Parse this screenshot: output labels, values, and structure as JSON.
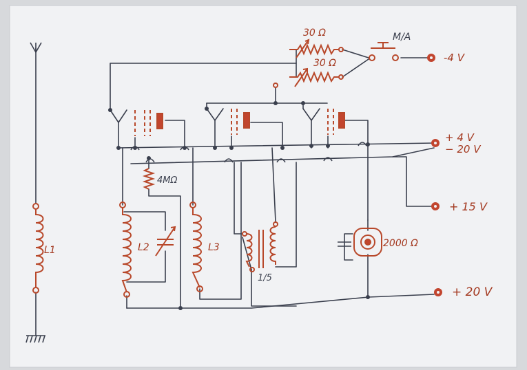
{
  "diagram": {
    "labels": {
      "r_top": "30 Ω",
      "r_bottom": "30 Ω",
      "switch": "M/A",
      "neg4": "-4 V",
      "pos4": "+ 4 V",
      "neg20": "− 20 V",
      "pos15": "+ 15 V",
      "pos20": "+ 20 V",
      "grid_leak": "4MΩ",
      "l1": "L1",
      "l2": "L2",
      "l3": "L3",
      "transformer_ratio": "1/5",
      "headphone": "2000 Ω"
    },
    "colors": {
      "paper": "#f1f2f4",
      "wire": "#3a3f4d",
      "component": "#b8482a",
      "terminal": "#c2452e",
      "text": "#a43a21"
    }
  }
}
